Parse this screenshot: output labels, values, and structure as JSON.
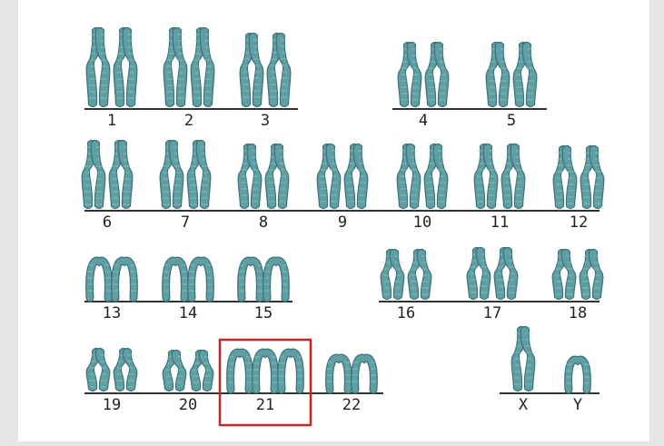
{
  "karyotype": {
    "colors": {
      "chromosome_fill": "#5f9ea3",
      "chromosome_edge": "#3d7378",
      "baseline": "#333333",
      "highlight_box": "#c62828"
    },
    "highlighted": "21",
    "pairs": [
      {
        "label": "1",
        "count": 4
      },
      {
        "label": "2",
        "count": 4
      },
      {
        "label": "3",
        "count": 4
      },
      {
        "label": "4",
        "count": 4
      },
      {
        "label": "5",
        "count": 4
      },
      {
        "label": "6",
        "count": 4
      },
      {
        "label": "7",
        "count": 4
      },
      {
        "label": "8",
        "count": 4
      },
      {
        "label": "9",
        "count": 4
      },
      {
        "label": "10",
        "count": 4
      },
      {
        "label": "11",
        "count": 4
      },
      {
        "label": "12",
        "count": 4
      },
      {
        "label": "13",
        "count": 2
      },
      {
        "label": "14",
        "count": 2
      },
      {
        "label": "15",
        "count": 2
      },
      {
        "label": "16",
        "count": 4
      },
      {
        "label": "17",
        "count": 4
      },
      {
        "label": "18",
        "count": 4
      },
      {
        "label": "19",
        "count": 4
      },
      {
        "label": "20",
        "count": 4
      },
      {
        "label": "21",
        "count": 3
      },
      {
        "label": "22",
        "count": 2
      },
      {
        "label": "X",
        "count": 2
      },
      {
        "label": "Y",
        "count": 1
      }
    ]
  }
}
